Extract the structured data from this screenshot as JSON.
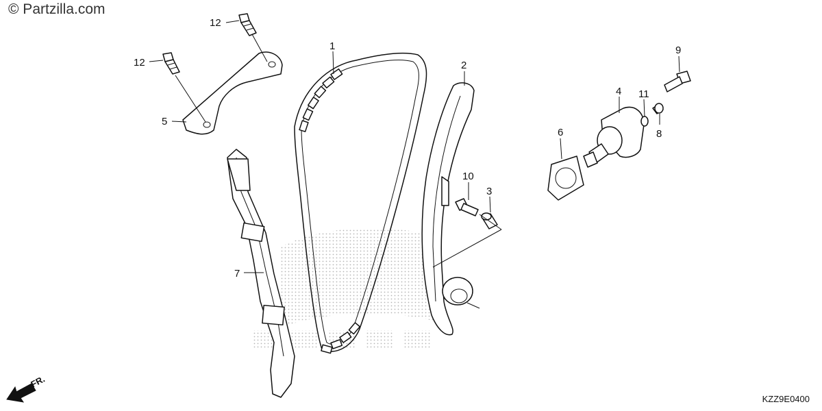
{
  "watermark": "© Partzilla.com",
  "diagram_code": "KZZ9E0400",
  "front_arrow": {
    "label": "FR."
  },
  "callouts": [
    {
      "id": "c12a",
      "number": "12"
    },
    {
      "id": "c12b",
      "number": "12"
    },
    {
      "id": "c5",
      "number": "5"
    },
    {
      "id": "c1",
      "number": "1"
    },
    {
      "id": "c2",
      "number": "2"
    },
    {
      "id": "c7",
      "number": "7"
    },
    {
      "id": "c10",
      "number": "10"
    },
    {
      "id": "c3",
      "number": "3"
    },
    {
      "id": "c6",
      "number": "6"
    },
    {
      "id": "c4",
      "number": "4"
    },
    {
      "id": "c11",
      "number": "11"
    },
    {
      "id": "c9",
      "number": "9"
    },
    {
      "id": "c8",
      "number": "8"
    }
  ],
  "colors": {
    "line": "#111111",
    "background": "#ffffff",
    "logo_dots": "#b5b5b5"
  }
}
